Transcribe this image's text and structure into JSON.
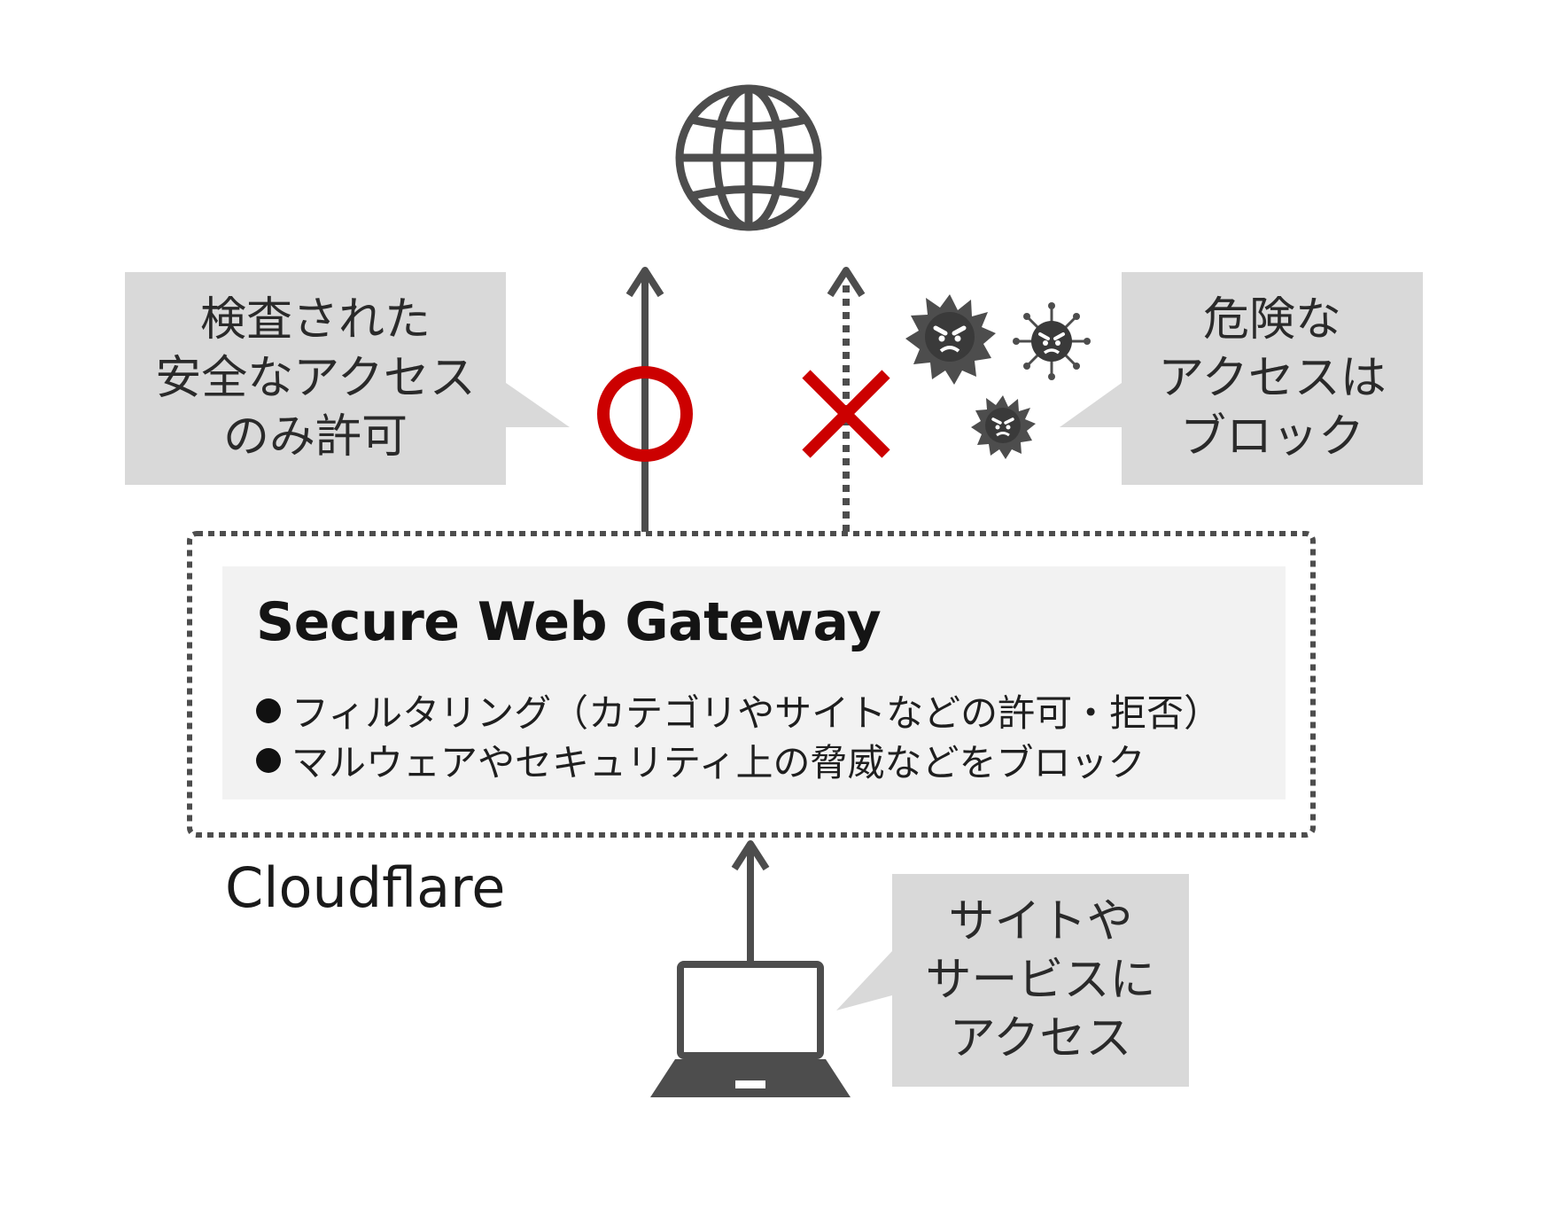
{
  "callouts": {
    "allowed": [
      "検査された",
      "安全なアクセス",
      "のみ許可"
    ],
    "blocked": [
      "危険な",
      "アクセスは",
      "ブロック"
    ],
    "user_access": [
      "サイトや",
      "サービスに",
      "アクセス"
    ]
  },
  "gateway": {
    "title": "Secure Web Gateway",
    "features": [
      "フィルタリング（カテゴリやサイトなどの許可・拒否）",
      "マルウェアやセキュリティ上の脅威などをブロック"
    ]
  },
  "provider_label": "Cloudflare",
  "icons": [
    "globe-icon",
    "allow-circle-icon",
    "block-cross-icon",
    "malware-icon",
    "laptop-icon",
    "arrow-up-icon"
  ],
  "colors": {
    "accent_red": "#cc0000",
    "icon_gray": "#4d4d4d",
    "callout_bg": "#d9d9d9",
    "panel_bg": "#f2f2f2"
  }
}
